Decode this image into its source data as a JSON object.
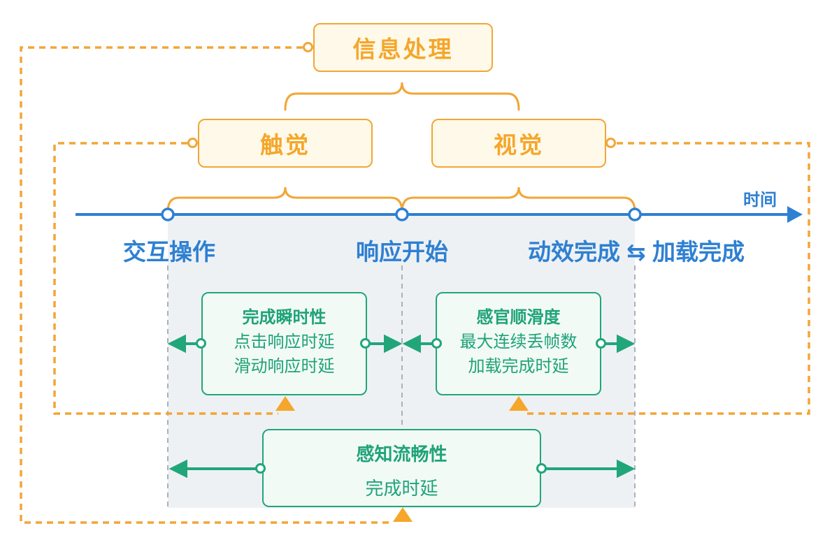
{
  "palette": {
    "orange": "#F2A636",
    "orange_text": "#F5A62B",
    "orange_fill": "#FEF9E8",
    "blue": "#2E80D2",
    "teal": "#21A67A",
    "teal_fill": "#F2FAF6",
    "gray_region": "#EEF1F4",
    "gray_dash": "#A9B0B8"
  },
  "nodes": {
    "info_processing": "信息处理",
    "touch": "触觉",
    "vision": "视觉"
  },
  "timeline": {
    "axis_label": "时间",
    "points": [
      "交互操作",
      "响应开始",
      "动效完成 ⇆ 加载完成"
    ]
  },
  "metrics": {
    "left": {
      "title": "完成瞬时性",
      "items": [
        "点击响应时延",
        "滑动响应时延"
      ]
    },
    "right": {
      "title": "感官顺滑度",
      "items": [
        "最大连续丢帧数",
        "加载完成时延"
      ]
    },
    "bottom": {
      "title": "感知流畅性",
      "items": [
        "完成时延"
      ]
    }
  }
}
